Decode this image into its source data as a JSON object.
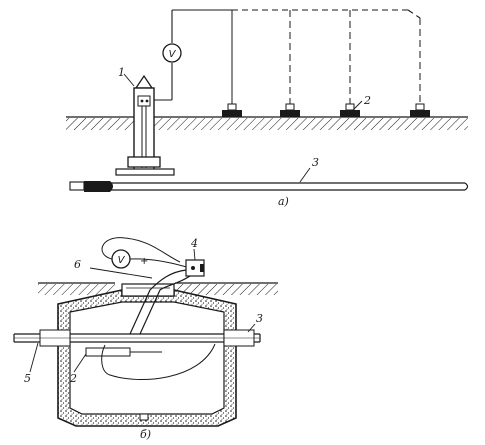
{
  "callouts": {
    "a1": "1",
    "a2": "2",
    "a3": "3",
    "b4": "4",
    "b6": "6",
    "b3": "3",
    "b5": "5",
    "b2": "2"
  },
  "captions": {
    "a": "а)",
    "b": "б)"
  },
  "symbols": {
    "voltmeter_top": "V",
    "voltmeter_bottom": "V",
    "plus": "+"
  }
}
